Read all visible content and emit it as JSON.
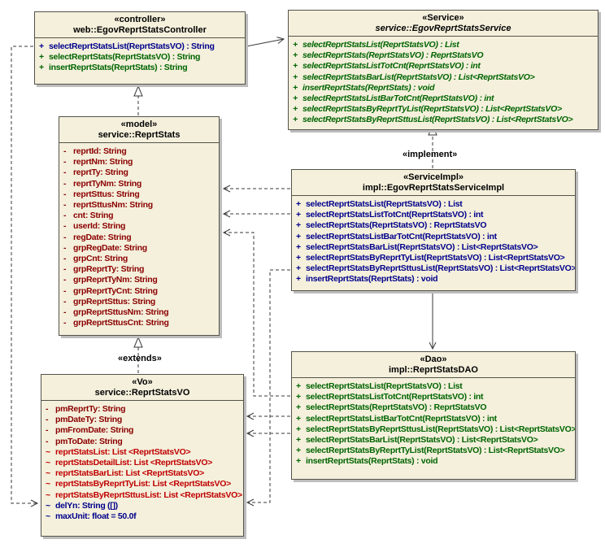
{
  "diagram": {
    "colors": {
      "box_fill": "#F4F0DC",
      "box_border": "#54534a",
      "method_green": "#006400",
      "method_navy": "#00008B",
      "attr_maroon": "#8B0000",
      "attr_red": "#C00000"
    },
    "edge_labels": {
      "implement": "«implement»",
      "extends": "«extends»"
    },
    "classes": [
      {
        "id": "controller",
        "stereotype": "«controller»",
        "name": "web::EgovReprtStatsController",
        "members": [
          {
            "vis": "+",
            "text": "selectReprtStatsList(ReprtStatsVO) : String",
            "color": "#00008B"
          },
          {
            "vis": "+",
            "text": "selectReprtStats(ReprtStatsVO) : String",
            "color": "#006400"
          },
          {
            "vis": "+",
            "text": "insertReprtStats(ReprtStats) : String",
            "color": "#006400"
          }
        ]
      },
      {
        "id": "service",
        "stereotype": "«Service»",
        "name": "service::EgovReprtStatsService",
        "members": [
          {
            "vis": "+",
            "text": "selectReprtStatsList(ReprtStatsVO) : List",
            "color": "#006400",
            "italic": true
          },
          {
            "vis": "+",
            "text": "selectReprtStats(ReprtStatsVO) : ReprtStatsVO",
            "color": "#006400",
            "italic": true
          },
          {
            "vis": "+",
            "text": "selectReprtStatsListTotCnt(ReprtStatsVO) : int",
            "color": "#006400",
            "italic": true
          },
          {
            "vis": "+",
            "text": "selectReprtStatsBarList(ReprtStatsVO) : List<ReprtStatsVO>",
            "color": "#006400",
            "italic": true
          },
          {
            "vis": "+",
            "text": "insertReprtStats(ReprtStats) : void",
            "color": "#006400",
            "italic": true
          },
          {
            "vis": "+",
            "text": "selectReprtStatsListBarTotCnt(ReprtStatsVO) : int",
            "color": "#006400",
            "italic": true
          },
          {
            "vis": "+",
            "text": "selectReprtStatsByReprtTyList(ReprtStatsVO) : List<ReprtStatsVO>",
            "color": "#006400",
            "italic": true
          },
          {
            "vis": "+",
            "text": "selectReprtStatsByReprtSttusList(ReprtStatsVO) : List<ReprtStatsVO>",
            "color": "#006400",
            "italic": true
          }
        ]
      },
      {
        "id": "model",
        "stereotype": "«model»",
        "name": "service::ReprtStats",
        "members": [
          {
            "vis": "-",
            "text": "reprtId:  String",
            "color": "#8B0000"
          },
          {
            "vis": "-",
            "text": "reprtNm:  String",
            "color": "#8B0000"
          },
          {
            "vis": "-",
            "text": "reprtTy:  String",
            "color": "#8B0000"
          },
          {
            "vis": "-",
            "text": "reprtTyNm:  String",
            "color": "#8B0000"
          },
          {
            "vis": "-",
            "text": "reprtSttus:  String",
            "color": "#8B0000"
          },
          {
            "vis": "-",
            "text": "reprtSttusNm:  String",
            "color": "#8B0000"
          },
          {
            "vis": "-",
            "text": "cnt:  String",
            "color": "#8B0000"
          },
          {
            "vis": "-",
            "text": "userId:  String",
            "color": "#8B0000"
          },
          {
            "vis": "-",
            "text": "regDate:  String",
            "color": "#8B0000"
          },
          {
            "vis": "-",
            "text": "grpRegDate:  String",
            "color": "#8B0000"
          },
          {
            "vis": "-",
            "text": "grpCnt:  String",
            "color": "#8B0000"
          },
          {
            "vis": "-",
            "text": "grpReprtTy:  String",
            "color": "#8B0000"
          },
          {
            "vis": "-",
            "text": "grpReprtTyNm:  String",
            "color": "#8B0000"
          },
          {
            "vis": "-",
            "text": "grpReprtTyCnt:  String",
            "color": "#8B0000"
          },
          {
            "vis": "-",
            "text": "grpReprtSttus:  String",
            "color": "#8B0000"
          },
          {
            "vis": "-",
            "text": "grpReprtSttusNm:  String",
            "color": "#8B0000"
          },
          {
            "vis": "-",
            "text": "grpReprtSttusCnt:  String",
            "color": "#8B0000"
          }
        ]
      },
      {
        "id": "serviceimpl",
        "stereotype": "«ServiceImpl»",
        "name": "impl::EgovReprtStatsServiceImpl",
        "members": [
          {
            "vis": "+",
            "text": "selectReprtStatsList(ReprtStatsVO) : List",
            "color": "#00008B"
          },
          {
            "vis": "+",
            "text": "selectReprtStatsListTotCnt(ReprtStatsVO) : int",
            "color": "#00008B"
          },
          {
            "vis": "+",
            "text": "selectReprtStats(ReprtStatsVO) : ReprtStatsVO",
            "color": "#00008B"
          },
          {
            "vis": "+",
            "text": "selectReprtStatsListBarTotCnt(ReprtStatsVO) : int",
            "color": "#00008B"
          },
          {
            "vis": "+",
            "text": "selectReprtStatsBarList(ReprtStatsVO) : List<ReprtStatsVO>",
            "color": "#00008B"
          },
          {
            "vis": "+",
            "text": "selectReprtStatsByReprtTyList(ReprtStatsVO) : List<ReprtStatsVO>",
            "color": "#00008B"
          },
          {
            "vis": "+",
            "text": "selectReprtStatsByReprtSttusList(ReprtStatsVO) : List<ReprtStatsVO>",
            "color": "#00008B"
          },
          {
            "vis": "+",
            "text": "insertReprtStats(ReprtStats) : void",
            "color": "#00008B"
          }
        ]
      },
      {
        "id": "vo",
        "stereotype": "«Vo»",
        "name": "service::ReprtStatsVO",
        "members": [
          {
            "vis": "-",
            "text": "pmReprtTy:  String",
            "color": "#8B0000"
          },
          {
            "vis": "-",
            "text": "pmDateTy:  String",
            "color": "#8B0000"
          },
          {
            "vis": "-",
            "text": "pmFromDate:  String",
            "color": "#8B0000"
          },
          {
            "vis": "-",
            "text": "pmToDate:  String",
            "color": "#8B0000"
          },
          {
            "vis": "~",
            "text": "reprtStatsList:  List <ReprtStatsVO>",
            "color": "#C00000"
          },
          {
            "vis": "~",
            "text": "reprtStatsDetailList:  List <ReprtStatsVO>",
            "color": "#C00000"
          },
          {
            "vis": "~",
            "text": "reprtStatsBarList:  List <ReprtStatsVO>",
            "color": "#C00000"
          },
          {
            "vis": "~",
            "text": "reprtStatsByReprtTyList:  List <ReprtStatsVO>",
            "color": "#C00000"
          },
          {
            "vis": "~",
            "text": "reprtStatsByReprtSttusList:  List <ReprtStatsVO>",
            "color": "#C00000"
          },
          {
            "vis": "~",
            "text": "delYn:  String ([])",
            "color": "#00008B"
          },
          {
            "vis": "~",
            "text": "maxUnit:  float = 50.0f",
            "color": "#00008B"
          }
        ]
      },
      {
        "id": "dao",
        "stereotype": "«Dao»",
        "name": "impl::ReprtStatsDAO",
        "members": [
          {
            "vis": "+",
            "text": "selectReprtStatsList(ReprtStatsVO) : List",
            "color": "#006400"
          },
          {
            "vis": "+",
            "text": "selectReprtStatsListTotCnt(ReprtStatsVO) : int",
            "color": "#006400"
          },
          {
            "vis": "+",
            "text": "selectReprtStats(ReprtStatsVO) : ReprtStatsVO",
            "color": "#006400"
          },
          {
            "vis": "+",
            "text": "selectReprtStatsListBarTotCnt(ReprtStatsVO) : int",
            "color": "#006400"
          },
          {
            "vis": "+",
            "text": "selectReprtStatsByReprtSttusList(ReprtStatsVO) : List<ReprtStatsVO>",
            "color": "#006400"
          },
          {
            "vis": "+",
            "text": "selectReprtStatsBarList(ReprtStatsVO) : List<ReprtStatsVO>",
            "color": "#006400"
          },
          {
            "vis": "+",
            "text": "selectReprtStatsByReprtTyList(ReprtStatsVO) : List<ReprtStatsVO>",
            "color": "#006400"
          },
          {
            "vis": "+",
            "text": "insertReprtStats(ReprtStats) : void",
            "color": "#006400"
          }
        ]
      }
    ]
  }
}
